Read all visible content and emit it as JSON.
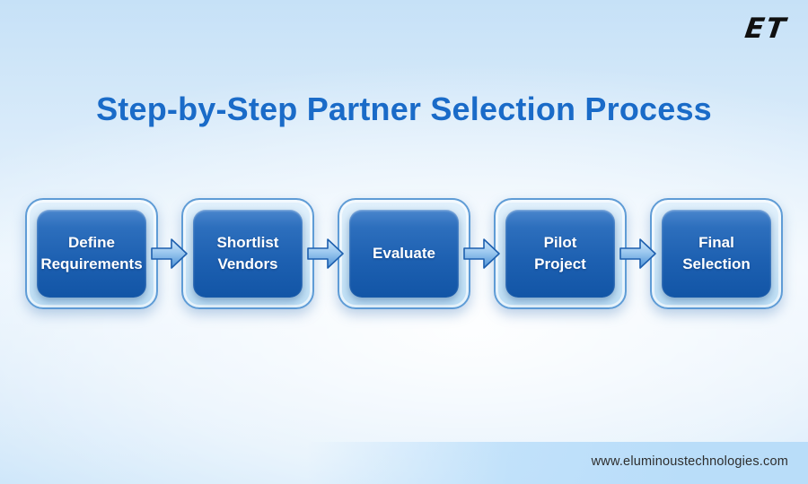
{
  "page": {
    "logo_text": "ET",
    "title": "Step-by-Step Partner Selection Process",
    "website_url": "www.eluminoustechnologies.com"
  },
  "process": {
    "steps": [
      {
        "label": "Define\nRequirements"
      },
      {
        "label": "Shortlist\nVendors"
      },
      {
        "label": "Evaluate"
      },
      {
        "label": "Pilot\nProject"
      },
      {
        "label": "Final\nSelection"
      }
    ],
    "connector_icon": "arrow-right"
  },
  "colors": {
    "background_top": "#c6e1f7",
    "background_center": "#f2f9fe",
    "title_text": "#1a6bc8",
    "step_outer_fill": "#cde7f8",
    "step_outer_border": "#5f9cd6",
    "step_inner_top": "#4a86cd",
    "step_inner_bottom": "#1255a6",
    "step_text": "#ffffff",
    "arrow_fill_top": "#bcdef7",
    "arrow_fill_bottom": "#4e92d6",
    "arrow_stroke": "#1d5fae",
    "logo_text": "#101010",
    "url_text": "#2e2e2e"
  }
}
